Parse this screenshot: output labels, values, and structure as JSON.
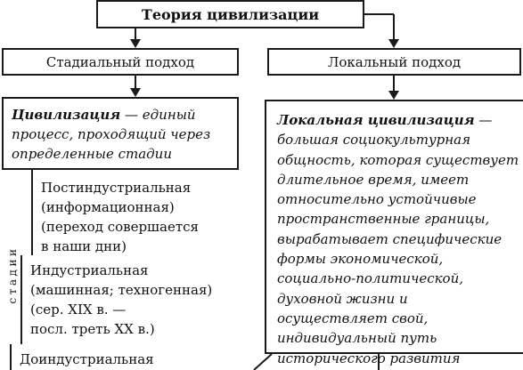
{
  "title": "Теория цивилизации",
  "stadial": {
    "label": "Стадиальный подход",
    "definition_term": "Цивилизация",
    "definition_text": " — единый процесс, проходящий через определенные стадии"
  },
  "local": {
    "label": "Локальный подход",
    "definition_term": "Локальная цивилизация",
    "definition_text": " — большая социокультурная общность, которая существует длительное время, имеет относительно устойчивые пространственные границы, вырабатывает специфические формы экономической, социально-политической, духовной жизни и осуществляет свой, индивидуальный путь исторического развития"
  },
  "stages_label": "стадии",
  "stages": [
    {
      "lines": [
        "Постиндустриальная",
        "(информационная)",
        "(переход совершается",
        "в наши дни)"
      ]
    },
    {
      "lines": [
        "Индустриальная",
        "(машинная; техногенная)",
        "(сер. XIX в. —",
        "посл. треть XX в.)"
      ]
    },
    {
      "lines": [
        "Доиндустриальная"
      ]
    }
  ],
  "colors": {
    "line": "#1a1a1a",
    "text": "#111111",
    "background": "#ffffff"
  }
}
